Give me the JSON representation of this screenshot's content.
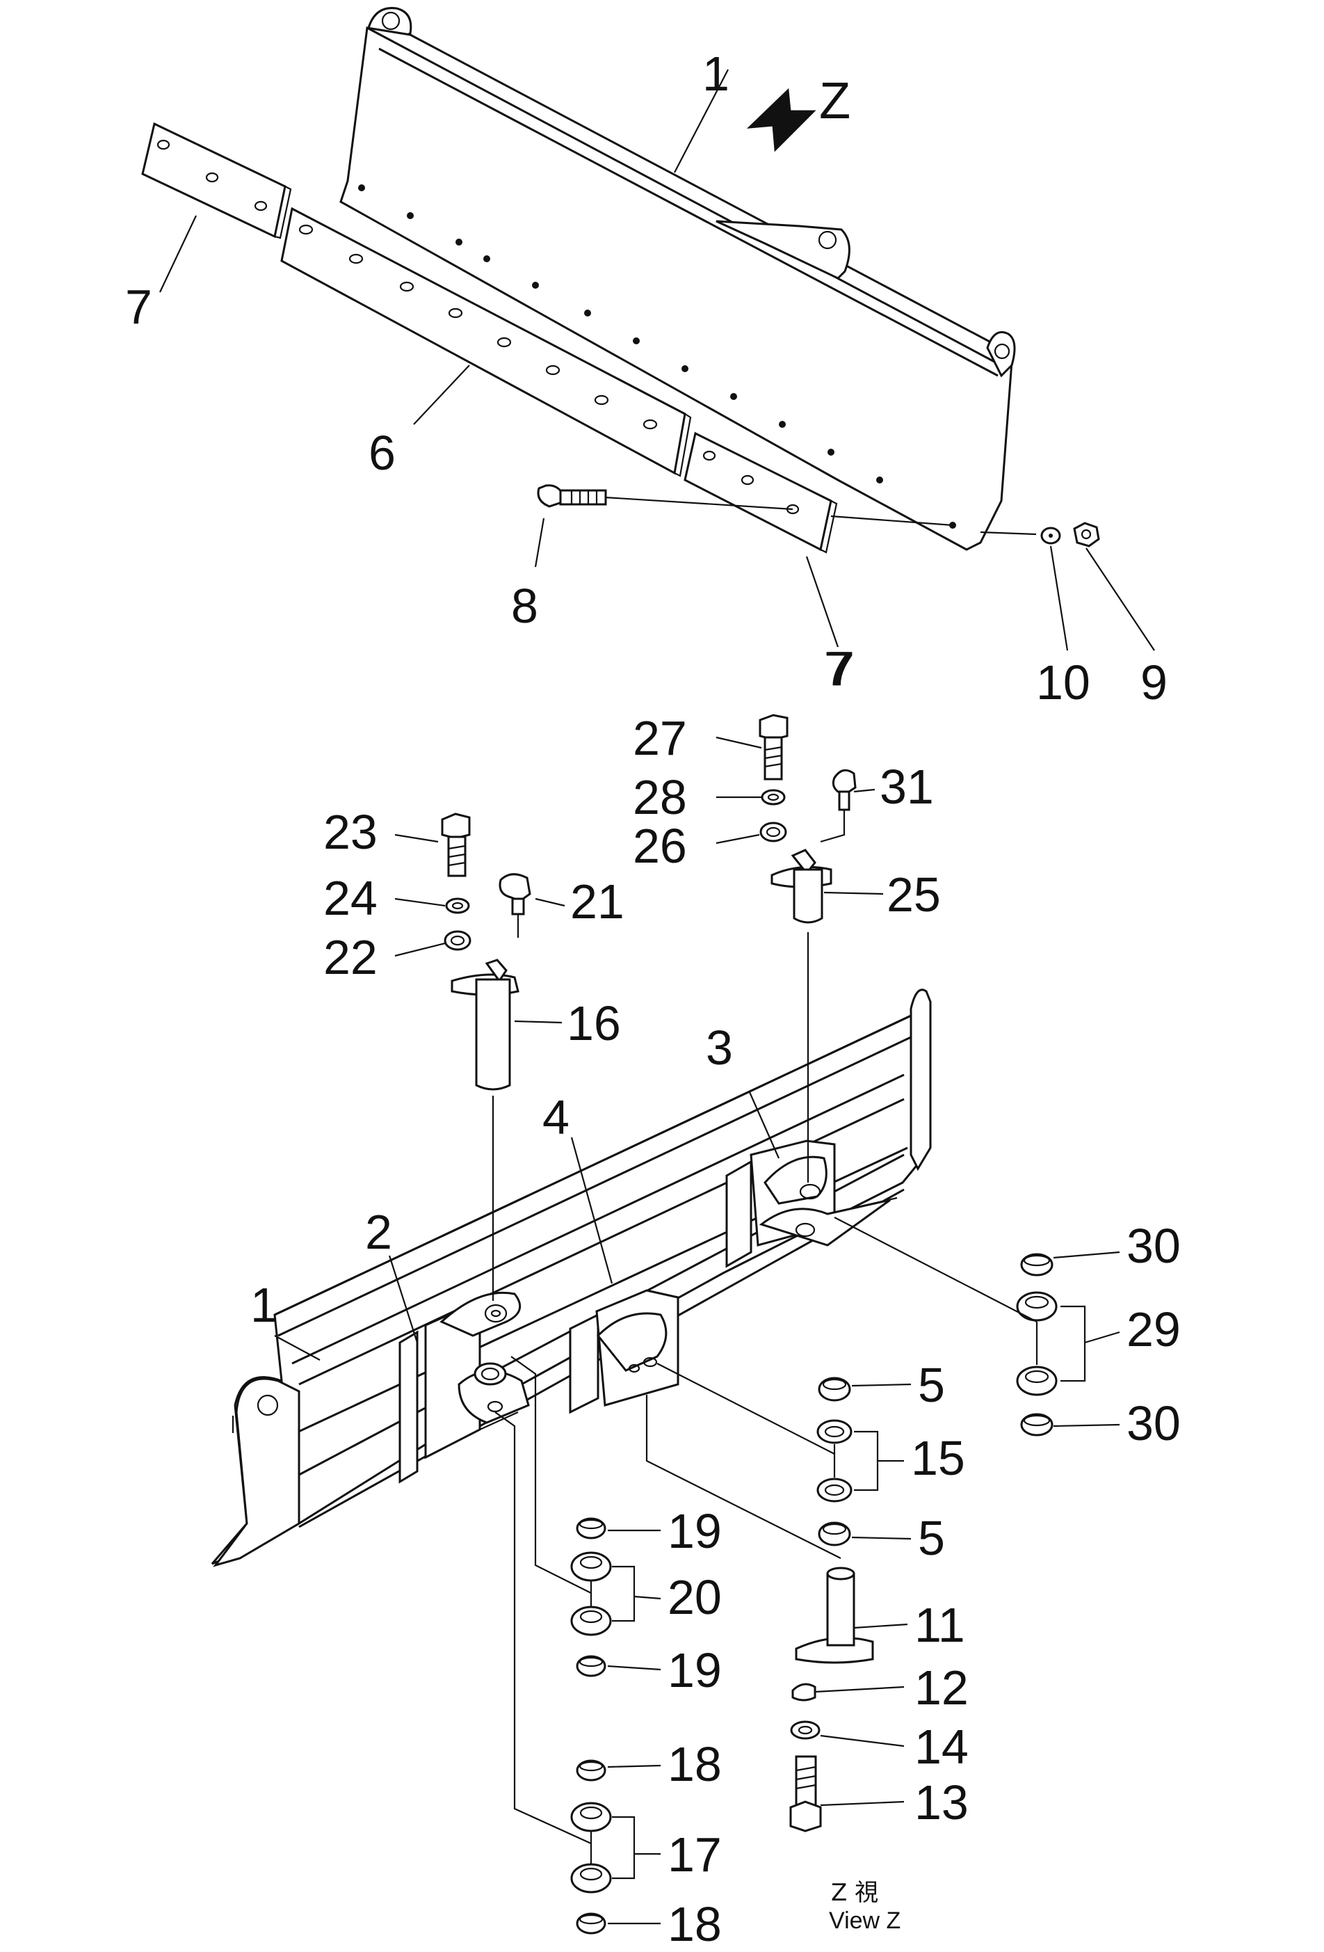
{
  "view_direction": "Z",
  "caption": {
    "jp": "Z 視",
    "en": "View Z"
  },
  "callouts": [
    "1",
    "7",
    "7",
    "6",
    "8",
    "7",
    "10",
    "9",
    "27",
    "28",
    "26",
    "31",
    "25",
    "23",
    "24",
    "21",
    "22",
    "16",
    "3",
    "4",
    "2",
    "1",
    "30",
    "29",
    "30",
    "5",
    "15",
    "5",
    "19",
    "20",
    "19",
    "11",
    "12",
    "14",
    "13",
    "18",
    "17",
    "18"
  ]
}
